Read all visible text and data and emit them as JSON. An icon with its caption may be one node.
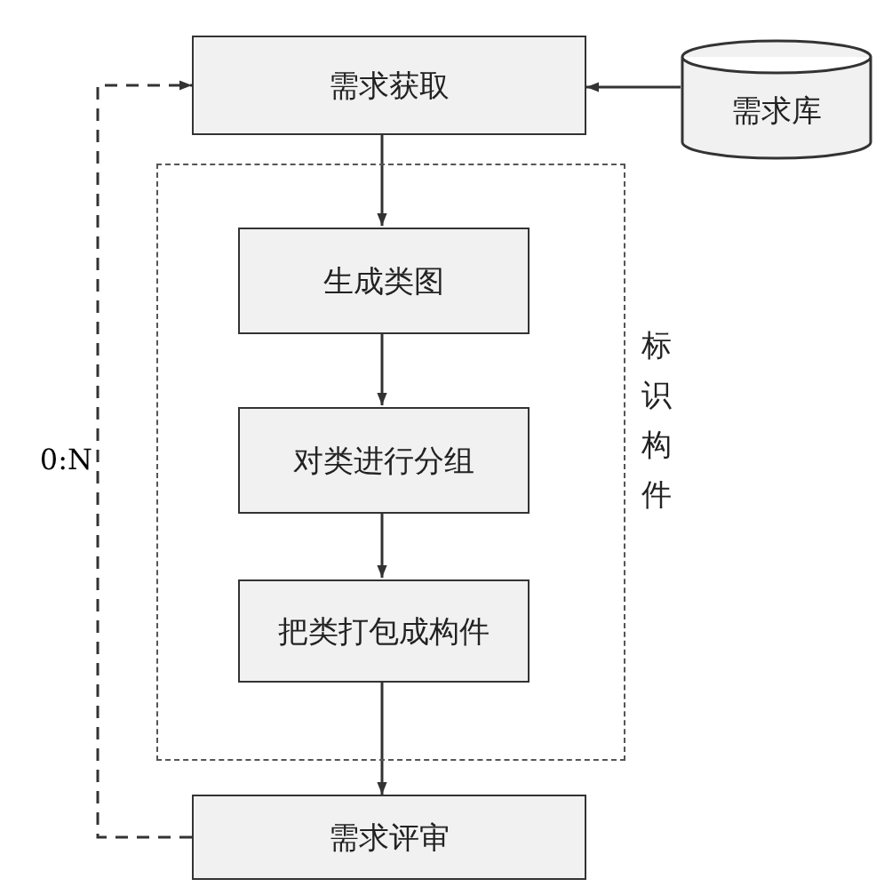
{
  "diagram": {
    "nodes": [
      {
        "text": [
          "需求获取"
        ]
      },
      {
        "text": [
          "需求库"
        ]
      },
      {
        "text": [
          "标识构件"
        ]
      },
      {
        "text": [
          "生成类图"
        ],
        "in": 2
      },
      {
        "text": [
          "对类进行分组"
        ],
        "in": 2
      },
      {
        "text": [
          "把类打包成构件"
        ],
        "in": 2
      },
      {
        "text": [
          "需求评审"
        ]
      }
    ],
    "edges": [
      {
        "from": 1,
        "to": 0,
        "arrow": "to"
      },
      {
        "from": 0,
        "to": 3,
        "arrow": "to"
      },
      {
        "from": 3,
        "to": 4,
        "arrow": "to"
      },
      {
        "from": 4,
        "to": 5,
        "arrow": "to"
      },
      {
        "from": 5,
        "to": 6,
        "arrow": "to"
      },
      {
        "from": 6,
        "to": 0,
        "arrow": "to",
        "style": "dashed",
        "label": "0:N"
      }
    ]
  }
}
